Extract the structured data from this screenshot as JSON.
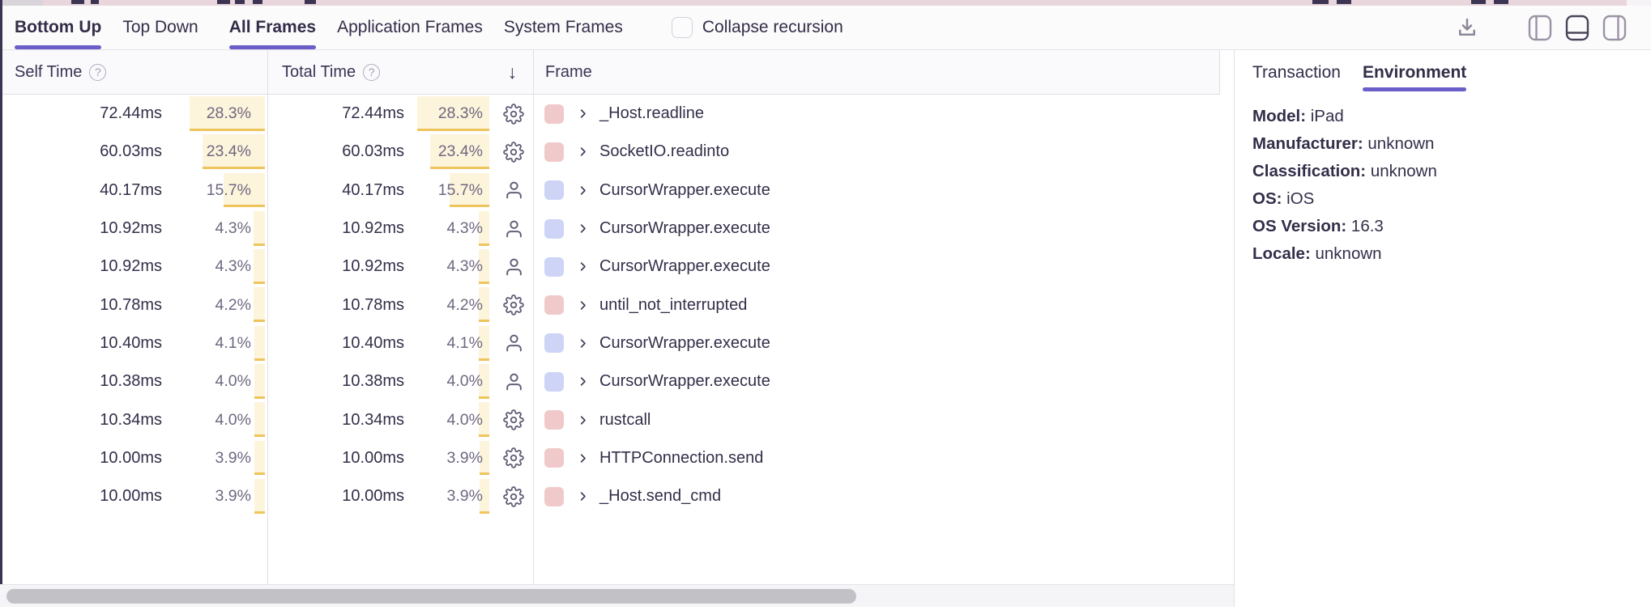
{
  "toolbar": {
    "view_tabs": [
      {
        "label": "Bottom Up",
        "active": true
      },
      {
        "label": "Top Down",
        "active": false
      }
    ],
    "frame_tabs": [
      {
        "label": "All Frames",
        "active": true
      },
      {
        "label": "Application Frames",
        "active": false
      },
      {
        "label": "System Frames",
        "active": false
      }
    ],
    "collapse_recursion": {
      "label": "Collapse recursion",
      "checked": false
    },
    "right_icons": [
      "download-icon",
      "panel-left-icon",
      "panel-bottom-icon",
      "panel-right-icon"
    ]
  },
  "table": {
    "columns": {
      "self": "Self Time",
      "total": "Total Time",
      "frame": "Frame"
    },
    "sort": {
      "column": "total",
      "direction": "desc",
      "icon": "arrow-down-icon"
    },
    "rows": [
      {
        "self_time": "72.44ms",
        "self_pct": "28.3%",
        "total_time": "72.44ms",
        "total_pct": "28.3%",
        "pct": 28.3,
        "icon": "settings-icon",
        "category": "system",
        "frame": "_Host.readline"
      },
      {
        "self_time": "60.03ms",
        "self_pct": "23.4%",
        "total_time": "60.03ms",
        "total_pct": "23.4%",
        "pct": 23.4,
        "icon": "settings-icon",
        "category": "system",
        "frame": "SocketIO.readinto"
      },
      {
        "self_time": "40.17ms",
        "self_pct": "15.7%",
        "total_time": "40.17ms",
        "total_pct": "15.7%",
        "pct": 15.7,
        "icon": "user-icon",
        "category": "application",
        "frame": "CursorWrapper.execute"
      },
      {
        "self_time": "10.92ms",
        "self_pct": "4.3%",
        "total_time": "10.92ms",
        "total_pct": "4.3%",
        "pct": 4.3,
        "icon": "user-icon",
        "category": "application",
        "frame": "CursorWrapper.execute"
      },
      {
        "self_time": "10.92ms",
        "self_pct": "4.3%",
        "total_time": "10.92ms",
        "total_pct": "4.3%",
        "pct": 4.3,
        "icon": "user-icon",
        "category": "application",
        "frame": "CursorWrapper.execute"
      },
      {
        "self_time": "10.78ms",
        "self_pct": "4.2%",
        "total_time": "10.78ms",
        "total_pct": "4.2%",
        "pct": 4.2,
        "icon": "settings-icon",
        "category": "system",
        "frame": "until_not_interrupted"
      },
      {
        "self_time": "10.40ms",
        "self_pct": "4.1%",
        "total_time": "10.40ms",
        "total_pct": "4.1%",
        "pct": 4.1,
        "icon": "user-icon",
        "category": "application",
        "frame": "CursorWrapper.execute"
      },
      {
        "self_time": "10.38ms",
        "self_pct": "4.0%",
        "total_time": "10.38ms",
        "total_pct": "4.0%",
        "pct": 4.0,
        "icon": "user-icon",
        "category": "application",
        "frame": "CursorWrapper.execute"
      },
      {
        "self_time": "10.34ms",
        "self_pct": "4.0%",
        "total_time": "10.34ms",
        "total_pct": "4.0%",
        "pct": 4.0,
        "icon": "settings-icon",
        "category": "system",
        "frame": "rustcall"
      },
      {
        "self_time": "10.00ms",
        "self_pct": "3.9%",
        "total_time": "10.00ms",
        "total_pct": "3.9%",
        "pct": 3.9,
        "icon": "settings-icon",
        "category": "system",
        "frame": "HTTPConnection.send"
      },
      {
        "self_time": "10.00ms",
        "self_pct": "3.9%",
        "total_time": "10.00ms",
        "total_pct": "3.9%",
        "pct": 3.9,
        "icon": "settings-icon",
        "category": "system",
        "frame": "_Host.send_cmd"
      }
    ]
  },
  "panel": {
    "tabs": [
      {
        "label": "Transaction",
        "active": false
      },
      {
        "label": "Environment",
        "active": true
      }
    ],
    "environment_fields": [
      {
        "label": "Model:",
        "value": "iPad"
      },
      {
        "label": "Manufacturer:",
        "value": "unknown"
      },
      {
        "label": "Classification:",
        "value": "unknown"
      },
      {
        "label": "OS:",
        "value": "iOS"
      },
      {
        "label": "OS Version:",
        "value": "16.3"
      },
      {
        "label": "Locale:",
        "value": "unknown"
      }
    ]
  },
  "colors": {
    "accent": "#6a5fc8",
    "system_frame_swatch": "#f0caca",
    "application_frame_swatch": "#cdd4f6",
    "percent_bar_fill": "#fdf4dc",
    "percent_bar_border": "#eec45c"
  }
}
